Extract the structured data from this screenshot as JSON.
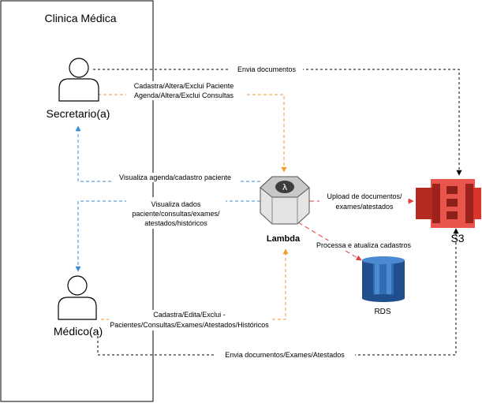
{
  "boundary": {
    "title": "Clinica Médica"
  },
  "nodes": {
    "secretario": "Secretario(a)",
    "medico": "Médico(a)",
    "lambda": "Lambda",
    "s3": "S3",
    "rds": "RDS"
  },
  "edges": {
    "secretario_s3": "Envia documentos",
    "secretario_lambda_1": "Cadastra/Altera/Exclui Paciente",
    "secretario_lambda_2": "Agenda/Altera/Exclui Consultas",
    "lambda_secretario": "Visualiza agenda/cadastro paciente",
    "lambda_medico_1": "Visualiza dados",
    "lambda_medico_2": "paciente/consultas/exames/",
    "lambda_medico_3": "atestados/históricos",
    "lambda_s3_1": "Upload de documentos/",
    "lambda_s3_2": "exames/atestados",
    "lambda_rds": "Processa e atualiza cadastros",
    "medico_lambda_1": "Cadastra/Edita/Exclui -",
    "medico_lambda_2": "Pacientes/Consultas/Exames/Atestados/Históricos",
    "medico_s3": "Envia documentos/Exames/Atestados"
  },
  "colors": {
    "orange": "#f29a33",
    "blue": "#3b8fd6",
    "red": "#e0413a",
    "black": "#000000",
    "s3": "#d9352b",
    "rds": "#2f6db5"
  },
  "icons": [
    "user-icon",
    "lambda-icon",
    "s3-bucket-icon",
    "rds-database-icon"
  ]
}
